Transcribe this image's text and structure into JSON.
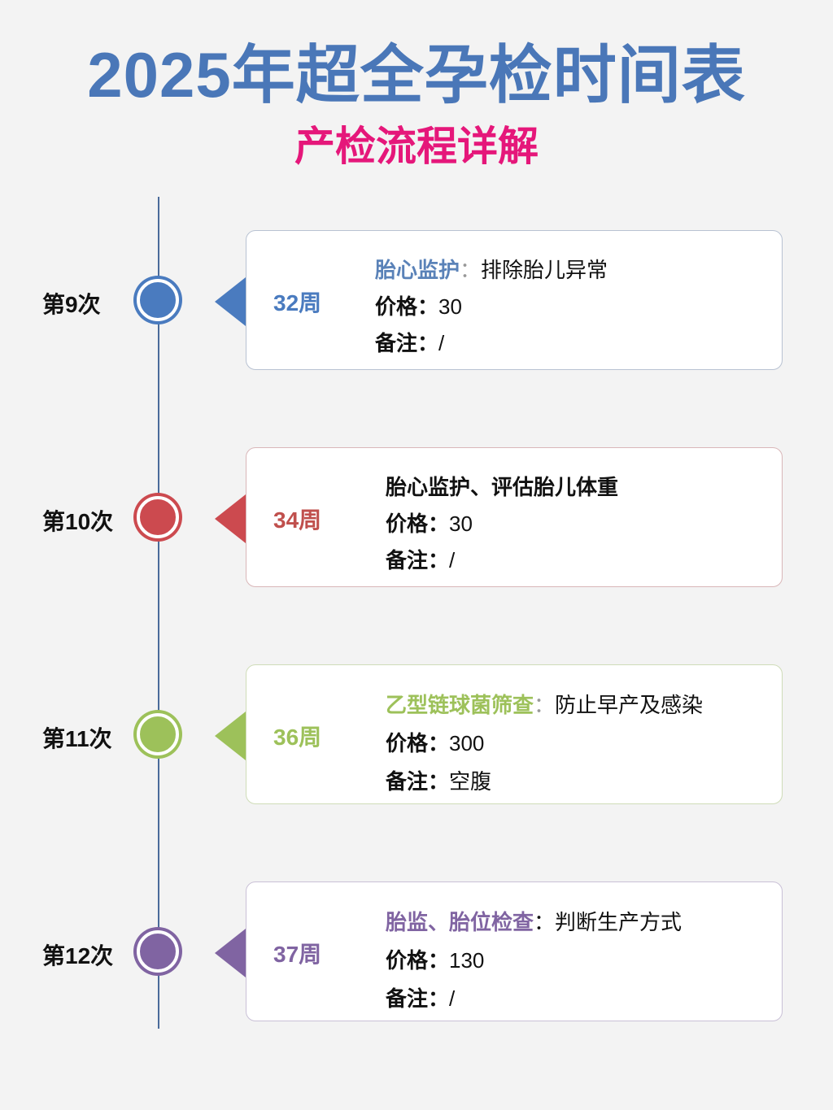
{
  "title": "2025年超全孕检时间表",
  "subtitle": "产检流程详解",
  "colors": {
    "blue": "#4a7bbf",
    "red": "#cc4a4f",
    "green": "#9dc15a",
    "purple": "#8064a2"
  },
  "items": [
    {
      "visit": "第9次",
      "week": "32周",
      "item": "胎心监护",
      "sep": "：",
      "purpose": "排除胎儿异常",
      "price_label": "价格：",
      "price": "30",
      "note_label": "备注：",
      "note": "/"
    },
    {
      "visit": "第10次",
      "week": "34周",
      "item": "胎心监护、评估胎儿体重",
      "sep": "",
      "purpose": "",
      "price_label": "价格：",
      "price": "30",
      "note_label": "备注：",
      "note": "/"
    },
    {
      "visit": "第11次",
      "week": "36周",
      "item": "乙型链球菌筛查",
      "sep": "：",
      "purpose": "防止早产及感染",
      "price_label": "价格：",
      "price": "300",
      "note_label": "备注：",
      "note": "空腹"
    },
    {
      "visit": "第12次",
      "week": "37周",
      "item": "胎监、胎位检查",
      "sep": "：",
      "purpose": "判断生产方式",
      "price_label": "价格：",
      "price": "130",
      "note_label": "备注：",
      "note": "/"
    }
  ]
}
